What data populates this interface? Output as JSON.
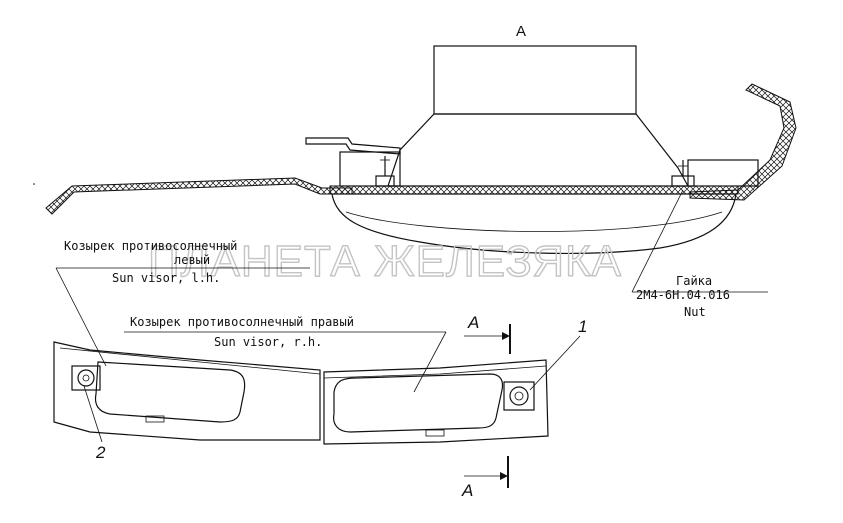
{
  "view_label": "A",
  "watermark": "ПЛАНЕТА ЖЕЛЕЗЯКА",
  "left_visor": {
    "ru": "Козырек противосолнечный левый",
    "ru_line1": "Козырек противосолнечный",
    "ru_line2": "левый",
    "en": "Sun visor, l.h."
  },
  "right_visor": {
    "ru": "Козырек противосолнечный правый",
    "en": "Sun visor, r.h."
  },
  "nut": {
    "ru": "Гайка",
    "part_number": "2М4-6Н.04.016",
    "en": "Nut"
  },
  "section_mark_top": "A",
  "section_mark_bottom": "A",
  "callout_1": "1",
  "callout_2": "2"
}
